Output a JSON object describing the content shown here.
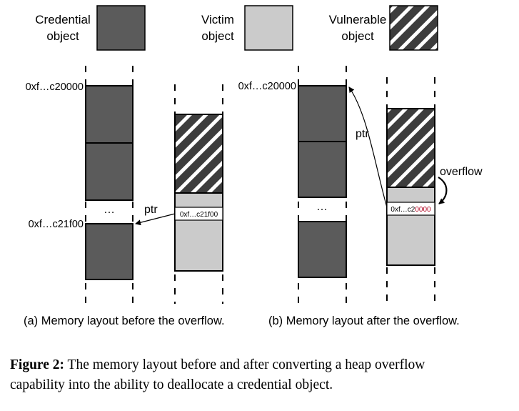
{
  "legend": {
    "credential_line1": "Credential",
    "credential_line2": "object",
    "victim_line1": "Victim",
    "victim_line2": "object",
    "vulnerable_line1": "Vulnerable",
    "vulnerable_line2": "object"
  },
  "colors": {
    "credential": "#5b5b5b",
    "victim": "#cbcbcb",
    "vulnerable_stripe": "#3d3d3d",
    "overflow_digits": "#b0001e"
  },
  "panel_a": {
    "addr_top": "0xf…c20000",
    "addr_bottom": "0xf…c21f00",
    "ellipsis": "…",
    "ptr_label": "ptr",
    "pointer_value": "0xf…c21f00",
    "caption": "(a) Memory layout before the overflow."
  },
  "panel_b": {
    "addr_top": "0xf…c20000",
    "ellipsis": "…",
    "ptr_label": "ptr",
    "overflow_label": "overflow",
    "pointer_prefix": "0xf…c2",
    "pointer_overwritten": "0000",
    "caption": "(b) Memory layout after the overflow."
  },
  "figure_caption": {
    "label": "Figure 2:",
    "line1": " The memory layout before and after converting a heap overflow",
    "line2": "capability into the ability to deallocate a credential object."
  }
}
